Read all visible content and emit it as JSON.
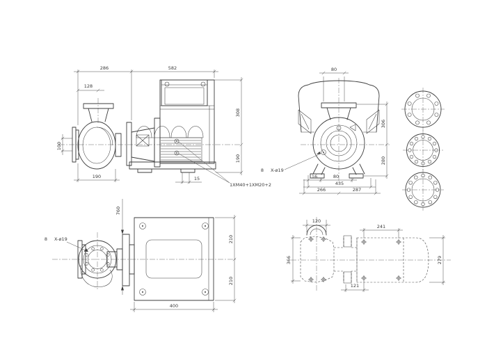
{
  "drawing": {
    "type": "pump-dimensional-drawing",
    "background": "#ffffff",
    "line_color": "#3d3d3d"
  },
  "side_view": {
    "dim_length_pump": "286",
    "dim_length_motor": "582",
    "dim_port_offset": "128",
    "dim_port_bore": "100",
    "dim_volute_width": "190",
    "dim_foot_pad": "15",
    "dim_height_upper": "308",
    "dim_height_lower": "190",
    "cable_note": "1XM40+1XM20+2"
  },
  "front_view": {
    "dim_top": "80",
    "dim_height_upper": "306",
    "dim_height_lower": "280",
    "dim_foot_16": "16",
    "dim_foot_80": "80",
    "dim_bolt_span": "435",
    "dim_base_left": "266",
    "dim_base_right": "287",
    "hole_count": "8",
    "hole_spec": "X-ø19"
  },
  "plan_view": {
    "dim_length": "760",
    "dim_width_upper": "210",
    "dim_width_lower": "210",
    "dim_base_length": "400",
    "hole_count": "8",
    "hole_spec": "X-ø19"
  },
  "footprint_view": {
    "dim_port": "120",
    "dim_bolt_span": "241",
    "dim_width": "366",
    "dim_offset": "121",
    "dim_motor_width": "279"
  },
  "flanges": [
    {
      "name": "discharge-flange",
      "holes": 8
    },
    {
      "name": "suction-flange",
      "holes": 12
    },
    {
      "name": "counter-flange",
      "holes": 12
    }
  ]
}
